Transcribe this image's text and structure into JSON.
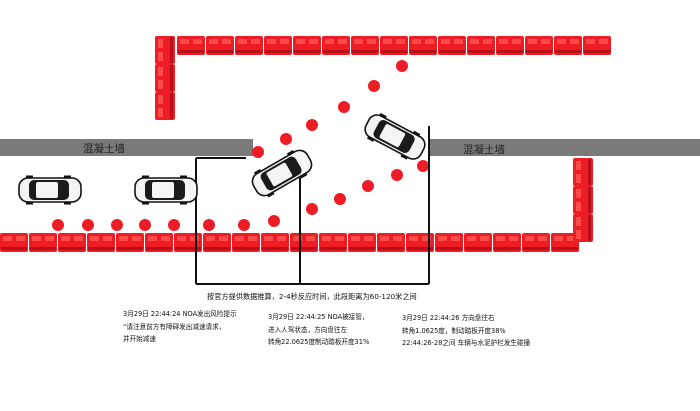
{
  "wall_label_left": "混凝土墙",
  "wall_label_right": "混凝土墙",
  "caption": "按官方提供数据推算，2-4秒反应时间，此段距离为60-120米之间",
  "notes": [
    {
      "lines": [
        "3月29日 22:44:24 NOA发出风险提示",
        "“请注意前方有障碍发出减速请求，",
        "并开始减速"
      ]
    },
    {
      "lines": [
        "3月29日 22:44:25 NOA被接管，",
        "进入人驾状态，方向盘往左",
        "转角22.0625度制动踏板开度31%"
      ]
    },
    {
      "lines": [
        "3月29日 22:44:26 方向盘往右",
        "转角1.0625度，制动踏板开度38%",
        "22:44:26-28之间 车辆与水泥护栏发生碰撞"
      ]
    }
  ],
  "colors": {
    "barrier": "#ee1c25",
    "wall": "#7a7a7a",
    "path_dot": "#ee1c25",
    "line": "#111111"
  },
  "icons": [
    "car-icon",
    "water-barrier-icon",
    "concrete-wall-icon"
  ]
}
